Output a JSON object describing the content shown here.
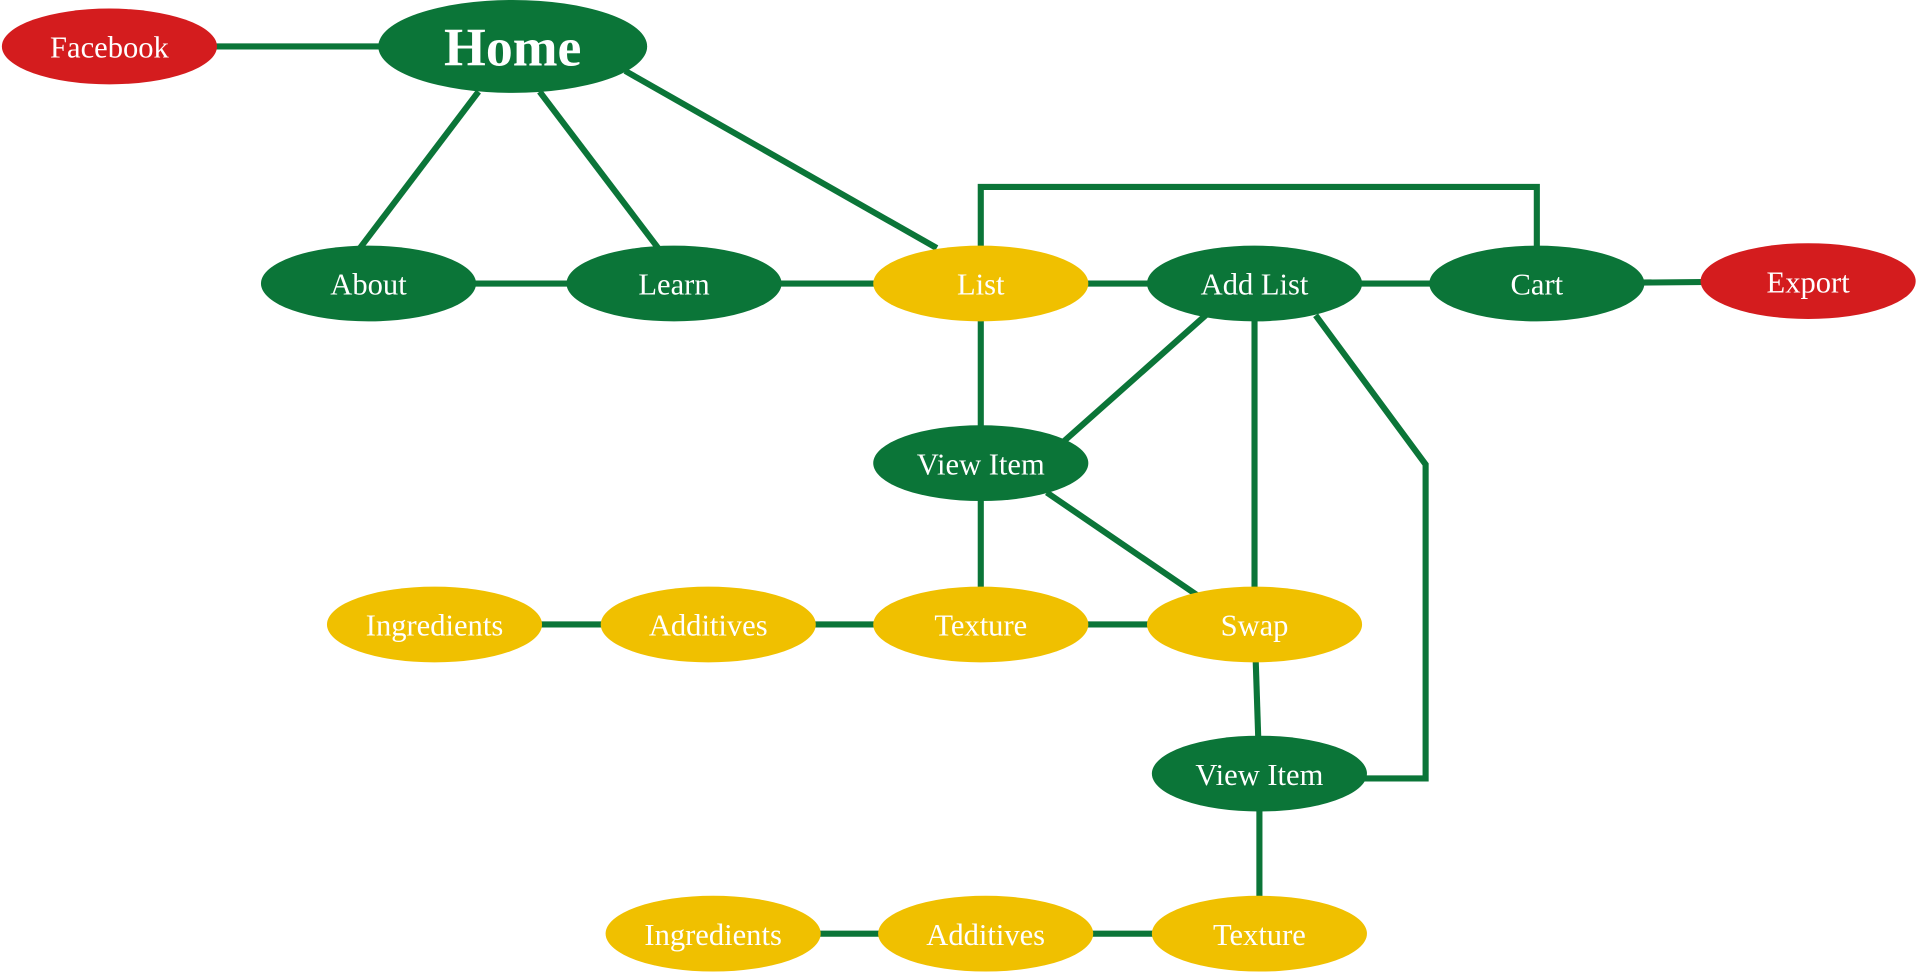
{
  "colors": {
    "primary": "#0b7538",
    "secondary": "#f0c000",
    "external": "#d41c1e",
    "edge": "#0b7538"
  },
  "nodes": {
    "facebook": {
      "label": "Facebook",
      "kind": "external"
    },
    "home": {
      "label": "Home",
      "kind": "primary"
    },
    "about": {
      "label": "About",
      "kind": "primary"
    },
    "learn": {
      "label": "Learn",
      "kind": "primary"
    },
    "list": {
      "label": "List",
      "kind": "secondary"
    },
    "add_list": {
      "label": "Add List",
      "kind": "primary"
    },
    "cart": {
      "label": "Cart",
      "kind": "primary"
    },
    "export": {
      "label": "Export",
      "kind": "external"
    },
    "view_item_1": {
      "label": "View Item",
      "kind": "primary"
    },
    "ingredients_1": {
      "label": "Ingredients",
      "kind": "secondary"
    },
    "additives_1": {
      "label": "Additives",
      "kind": "secondary"
    },
    "texture_1": {
      "label": "Texture",
      "kind": "secondary"
    },
    "swap": {
      "label": "Swap",
      "kind": "secondary"
    },
    "view_item_2": {
      "label": "View Item",
      "kind": "primary"
    },
    "ingredients_2": {
      "label": "Ingredients",
      "kind": "secondary"
    },
    "additives_2": {
      "label": "Additives",
      "kind": "secondary"
    },
    "texture_2": {
      "label": "Texture",
      "kind": "secondary"
    }
  },
  "edges": [
    [
      "facebook",
      "home"
    ],
    [
      "home",
      "about"
    ],
    [
      "home",
      "learn"
    ],
    [
      "home",
      "list"
    ],
    [
      "about",
      "learn"
    ],
    [
      "learn",
      "list"
    ],
    [
      "list",
      "add_list"
    ],
    [
      "add_list",
      "cart"
    ],
    [
      "cart",
      "export"
    ],
    [
      "list",
      "cart"
    ],
    [
      "list",
      "view_item_1"
    ],
    [
      "add_list",
      "view_item_1"
    ],
    [
      "add_list",
      "swap"
    ],
    [
      "add_list",
      "view_item_2"
    ],
    [
      "view_item_1",
      "texture_1"
    ],
    [
      "view_item_1",
      "swap"
    ],
    [
      "ingredients_1",
      "additives_1"
    ],
    [
      "additives_1",
      "texture_1"
    ],
    [
      "texture_1",
      "swap"
    ],
    [
      "swap",
      "view_item_2"
    ],
    [
      "view_item_2",
      "texture_2"
    ],
    [
      "ingredients_2",
      "additives_2"
    ],
    [
      "additives_2",
      "texture_2"
    ]
  ]
}
